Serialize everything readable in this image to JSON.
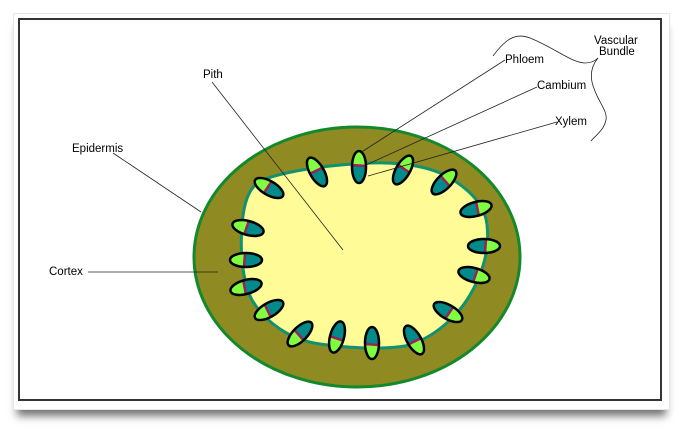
{
  "title": "Plant Stem Cross Section",
  "labels": {
    "pith": "Pith",
    "epidermis": "Epidermis",
    "cortex": "Cortex",
    "phloem": "Phloem",
    "cambium": "Cambium",
    "xylem": "Xylem",
    "vascular_bundle_line1": "Vascular",
    "vascular_bundle_line2": "Bundle"
  },
  "colors": {
    "cortex": "#8f8a22",
    "epidermis": "#14892c",
    "pith": "#fffb96",
    "pith_edge": "#0f9270",
    "phloem": "#80ff40",
    "xylem": "#008b8b",
    "cambium": "#a01e5a"
  },
  "vascular_bundle_count": 17
}
